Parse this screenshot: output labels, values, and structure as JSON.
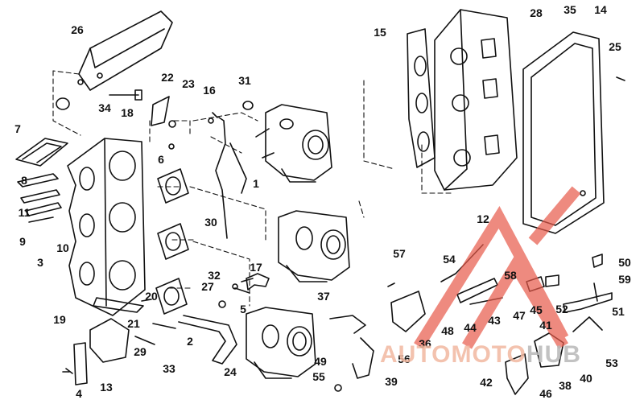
{
  "diagram": {
    "part_numbers": [
      "1",
      "2",
      "3",
      "4",
      "5",
      "6",
      "7",
      "8",
      "9",
      "10",
      "11",
      "12",
      "13",
      "14",
      "15",
      "16",
      "17",
      "18",
      "19",
      "20",
      "21",
      "22",
      "23",
      "24",
      "25",
      "26",
      "27",
      "28",
      "29",
      "30",
      "31",
      "32",
      "33",
      "34",
      "35",
      "36",
      "37",
      "38",
      "39",
      "40",
      "41",
      "42",
      "43",
      "44",
      "45",
      "46",
      "47",
      "48",
      "49",
      "50",
      "51",
      "52",
      "53",
      "54",
      "55",
      "56",
      "57",
      "58",
      "59"
    ]
  },
  "watermark": {
    "text_main": "AUTOMOTO",
    "text_accent": "HUB",
    "colors": {
      "main": "#f2b8a0",
      "accent": "#b8b8b8",
      "logo": "#e85a4a"
    }
  }
}
